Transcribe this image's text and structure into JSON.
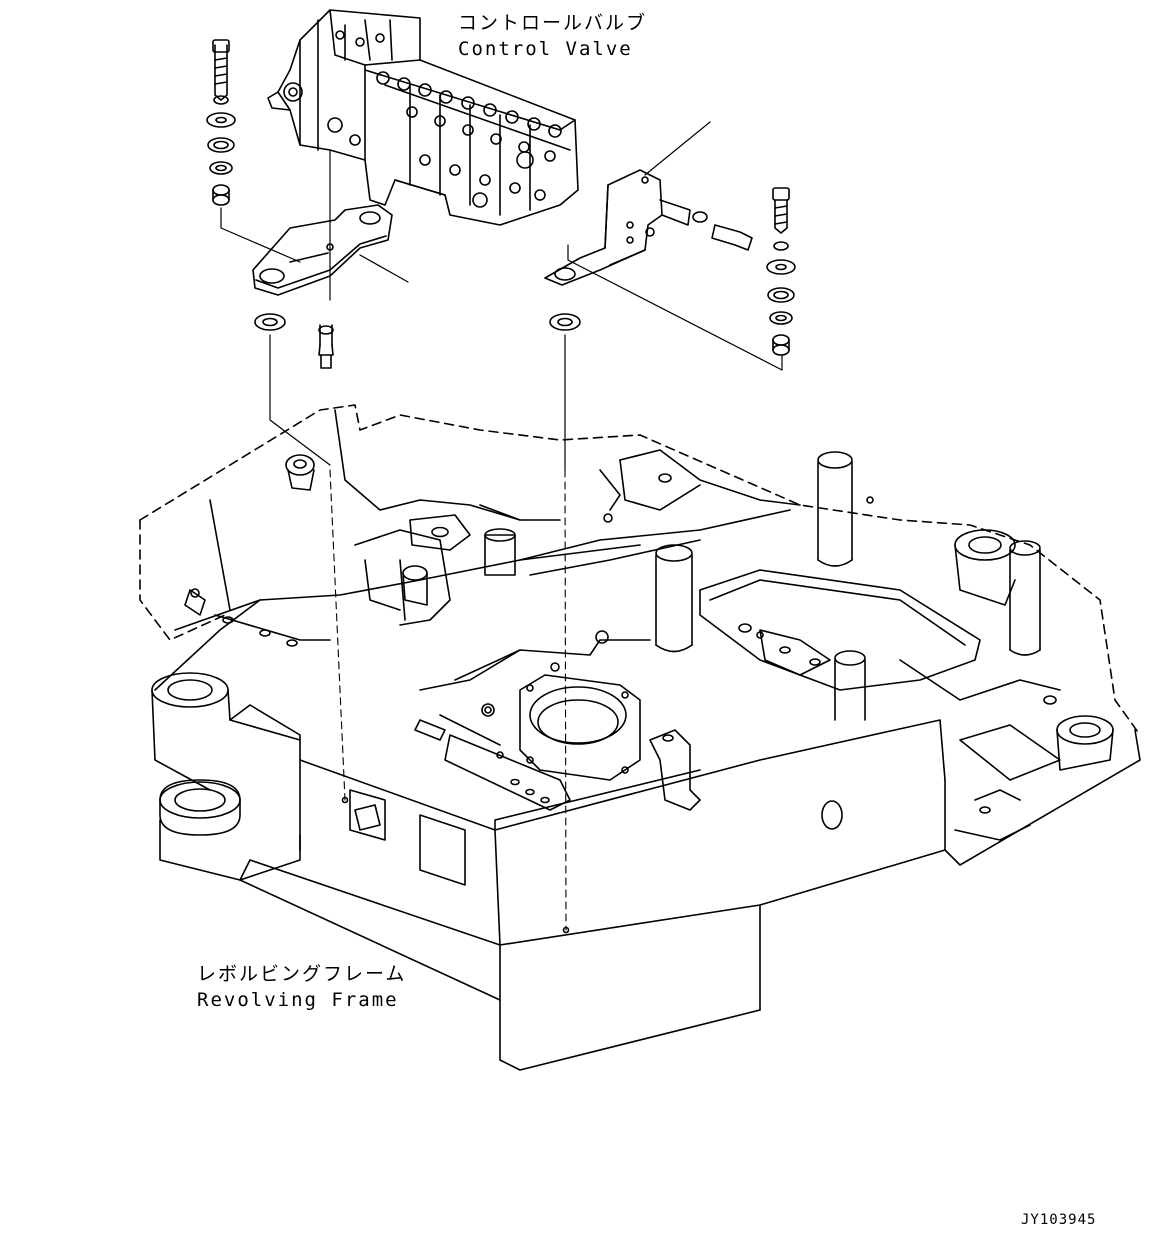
{
  "labels": {
    "control_valve_jp": "コントロールバルブ",
    "control_valve_en": "Control Valve",
    "revolving_frame_jp": "レボルビングフレーム",
    "revolving_frame_en": "Revolving Frame",
    "drawing_code": "JY103945"
  },
  "style": {
    "line_color": "#000000",
    "background": "#ffffff"
  }
}
